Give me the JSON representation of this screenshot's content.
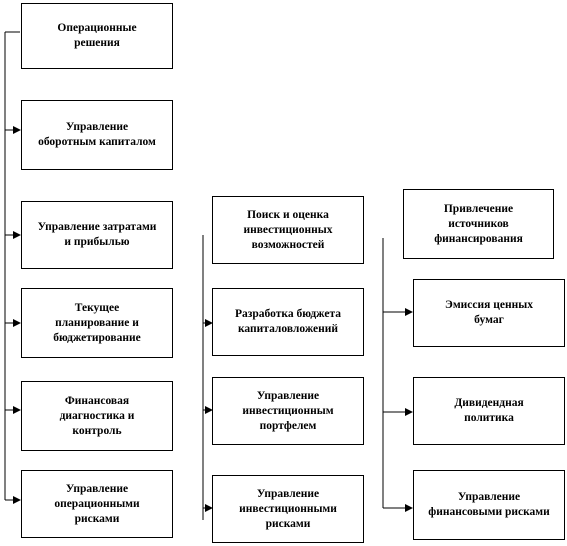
{
  "col1": {
    "items": [
      "Операционные\nрешения",
      "Управление\nоборотным капиталом",
      "Управление затратами\nи прибылью",
      "Текущее\nпланирование и\nбюджетирование",
      "Финансовая\nдиагностика и\nконтроль",
      "Управление\nоперационными\nрисками"
    ]
  },
  "col2": {
    "items": [
      "Поиск и оценка\nинвестиционных\nвозможностей",
      "Разработка бюджета\nкапиталовложений",
      "Управление\nинвестиционным\nпортфелем",
      "Управление\nинвестиционными\nрисками"
    ]
  },
  "col3": {
    "items": [
      "Привлечение\nисточников\nфинансирования",
      "Эмиссия ценных\nбумаг",
      "Дивидендная\nполитика",
      "Управление\nфинансовыми рисками"
    ]
  }
}
